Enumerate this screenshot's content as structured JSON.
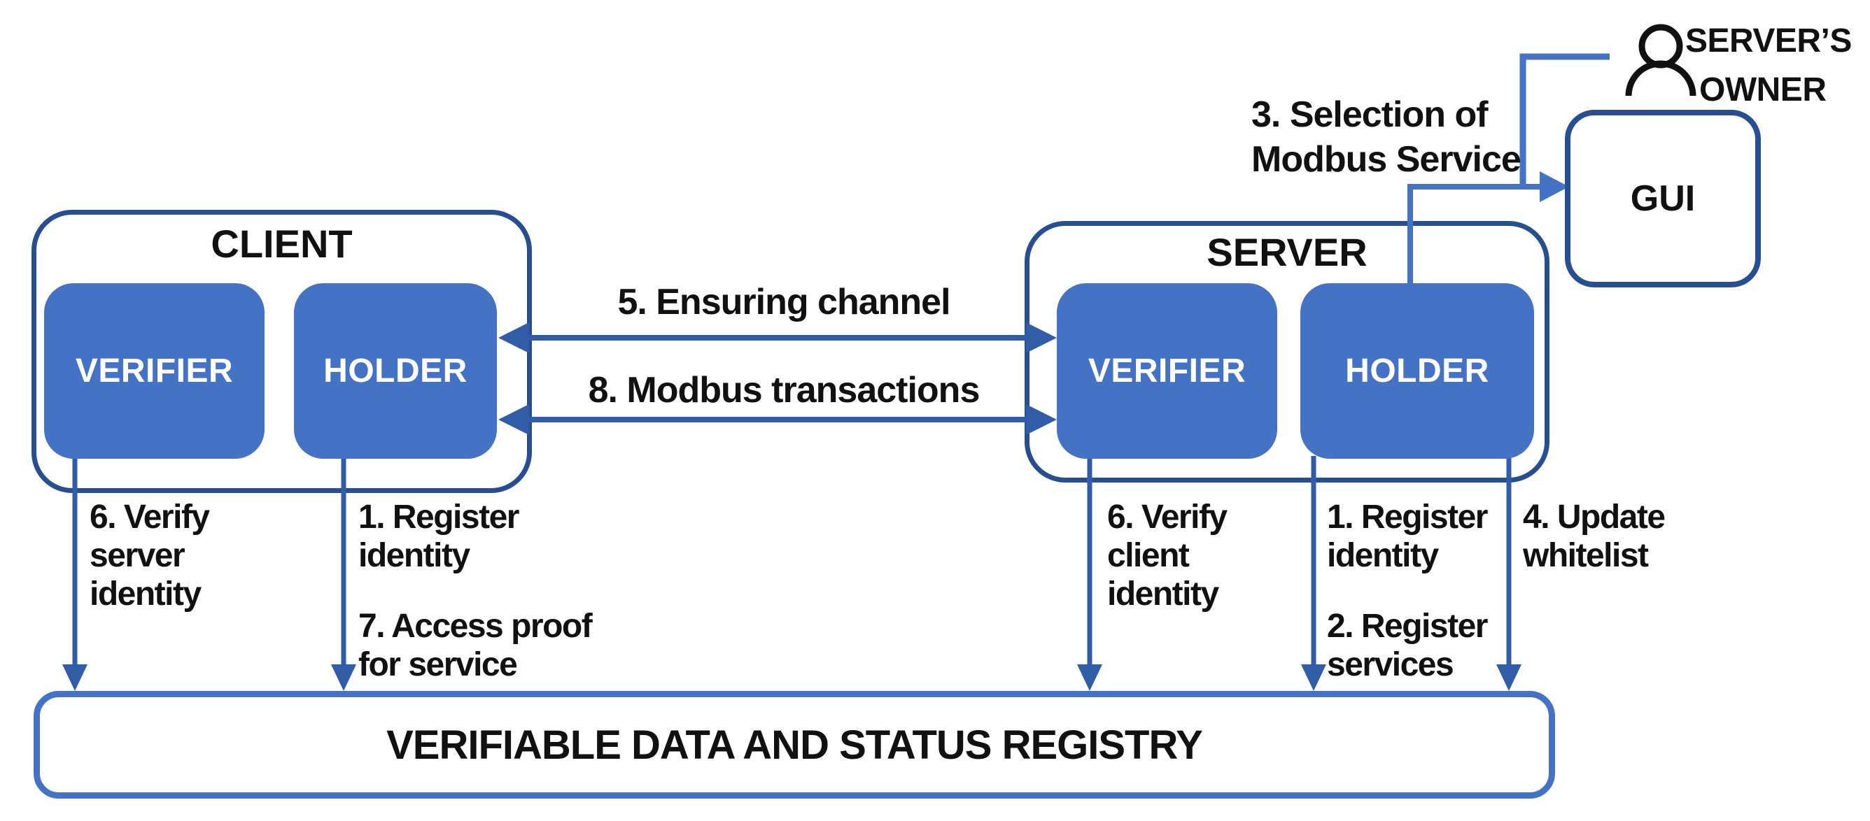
{
  "diagram": {
    "client": {
      "title": "CLIENT",
      "verifier": "VERIFIER",
      "holder": "HOLDER"
    },
    "server": {
      "title": "SERVER",
      "verifier": "VERIFIER",
      "holder": "HOLDER"
    },
    "gui": {
      "label": "GUI"
    },
    "owner": {
      "line1": "SERVER’S",
      "line2": "OWNER"
    },
    "registry": {
      "label": "VERIFIABLE DATA AND STATUS REGISTRY"
    },
    "flows": {
      "selection": "3. Selection of\nModbus Service",
      "ensuring": "5. Ensuring channel",
      "modbus": "8. Modbus transactions",
      "verify_server": "6. Verify\nserver\nidentity",
      "register_identity_client": "1. Register\nidentity",
      "access_proof": "7. Access proof\nfor service",
      "verify_client": "6. Verify\nclient\nidentity",
      "register_identity_server": "1. Register\nidentity",
      "register_services": "2. Register\nservices",
      "update_whitelist": "4. Update\nwhitelist"
    },
    "colors": {
      "box_fill": "#4472C4",
      "container_border": "#274E91",
      "arrow": "#305CA8",
      "elbow_line": "#4472C4",
      "registry_border": "#4472C4",
      "text": "#111111"
    }
  }
}
